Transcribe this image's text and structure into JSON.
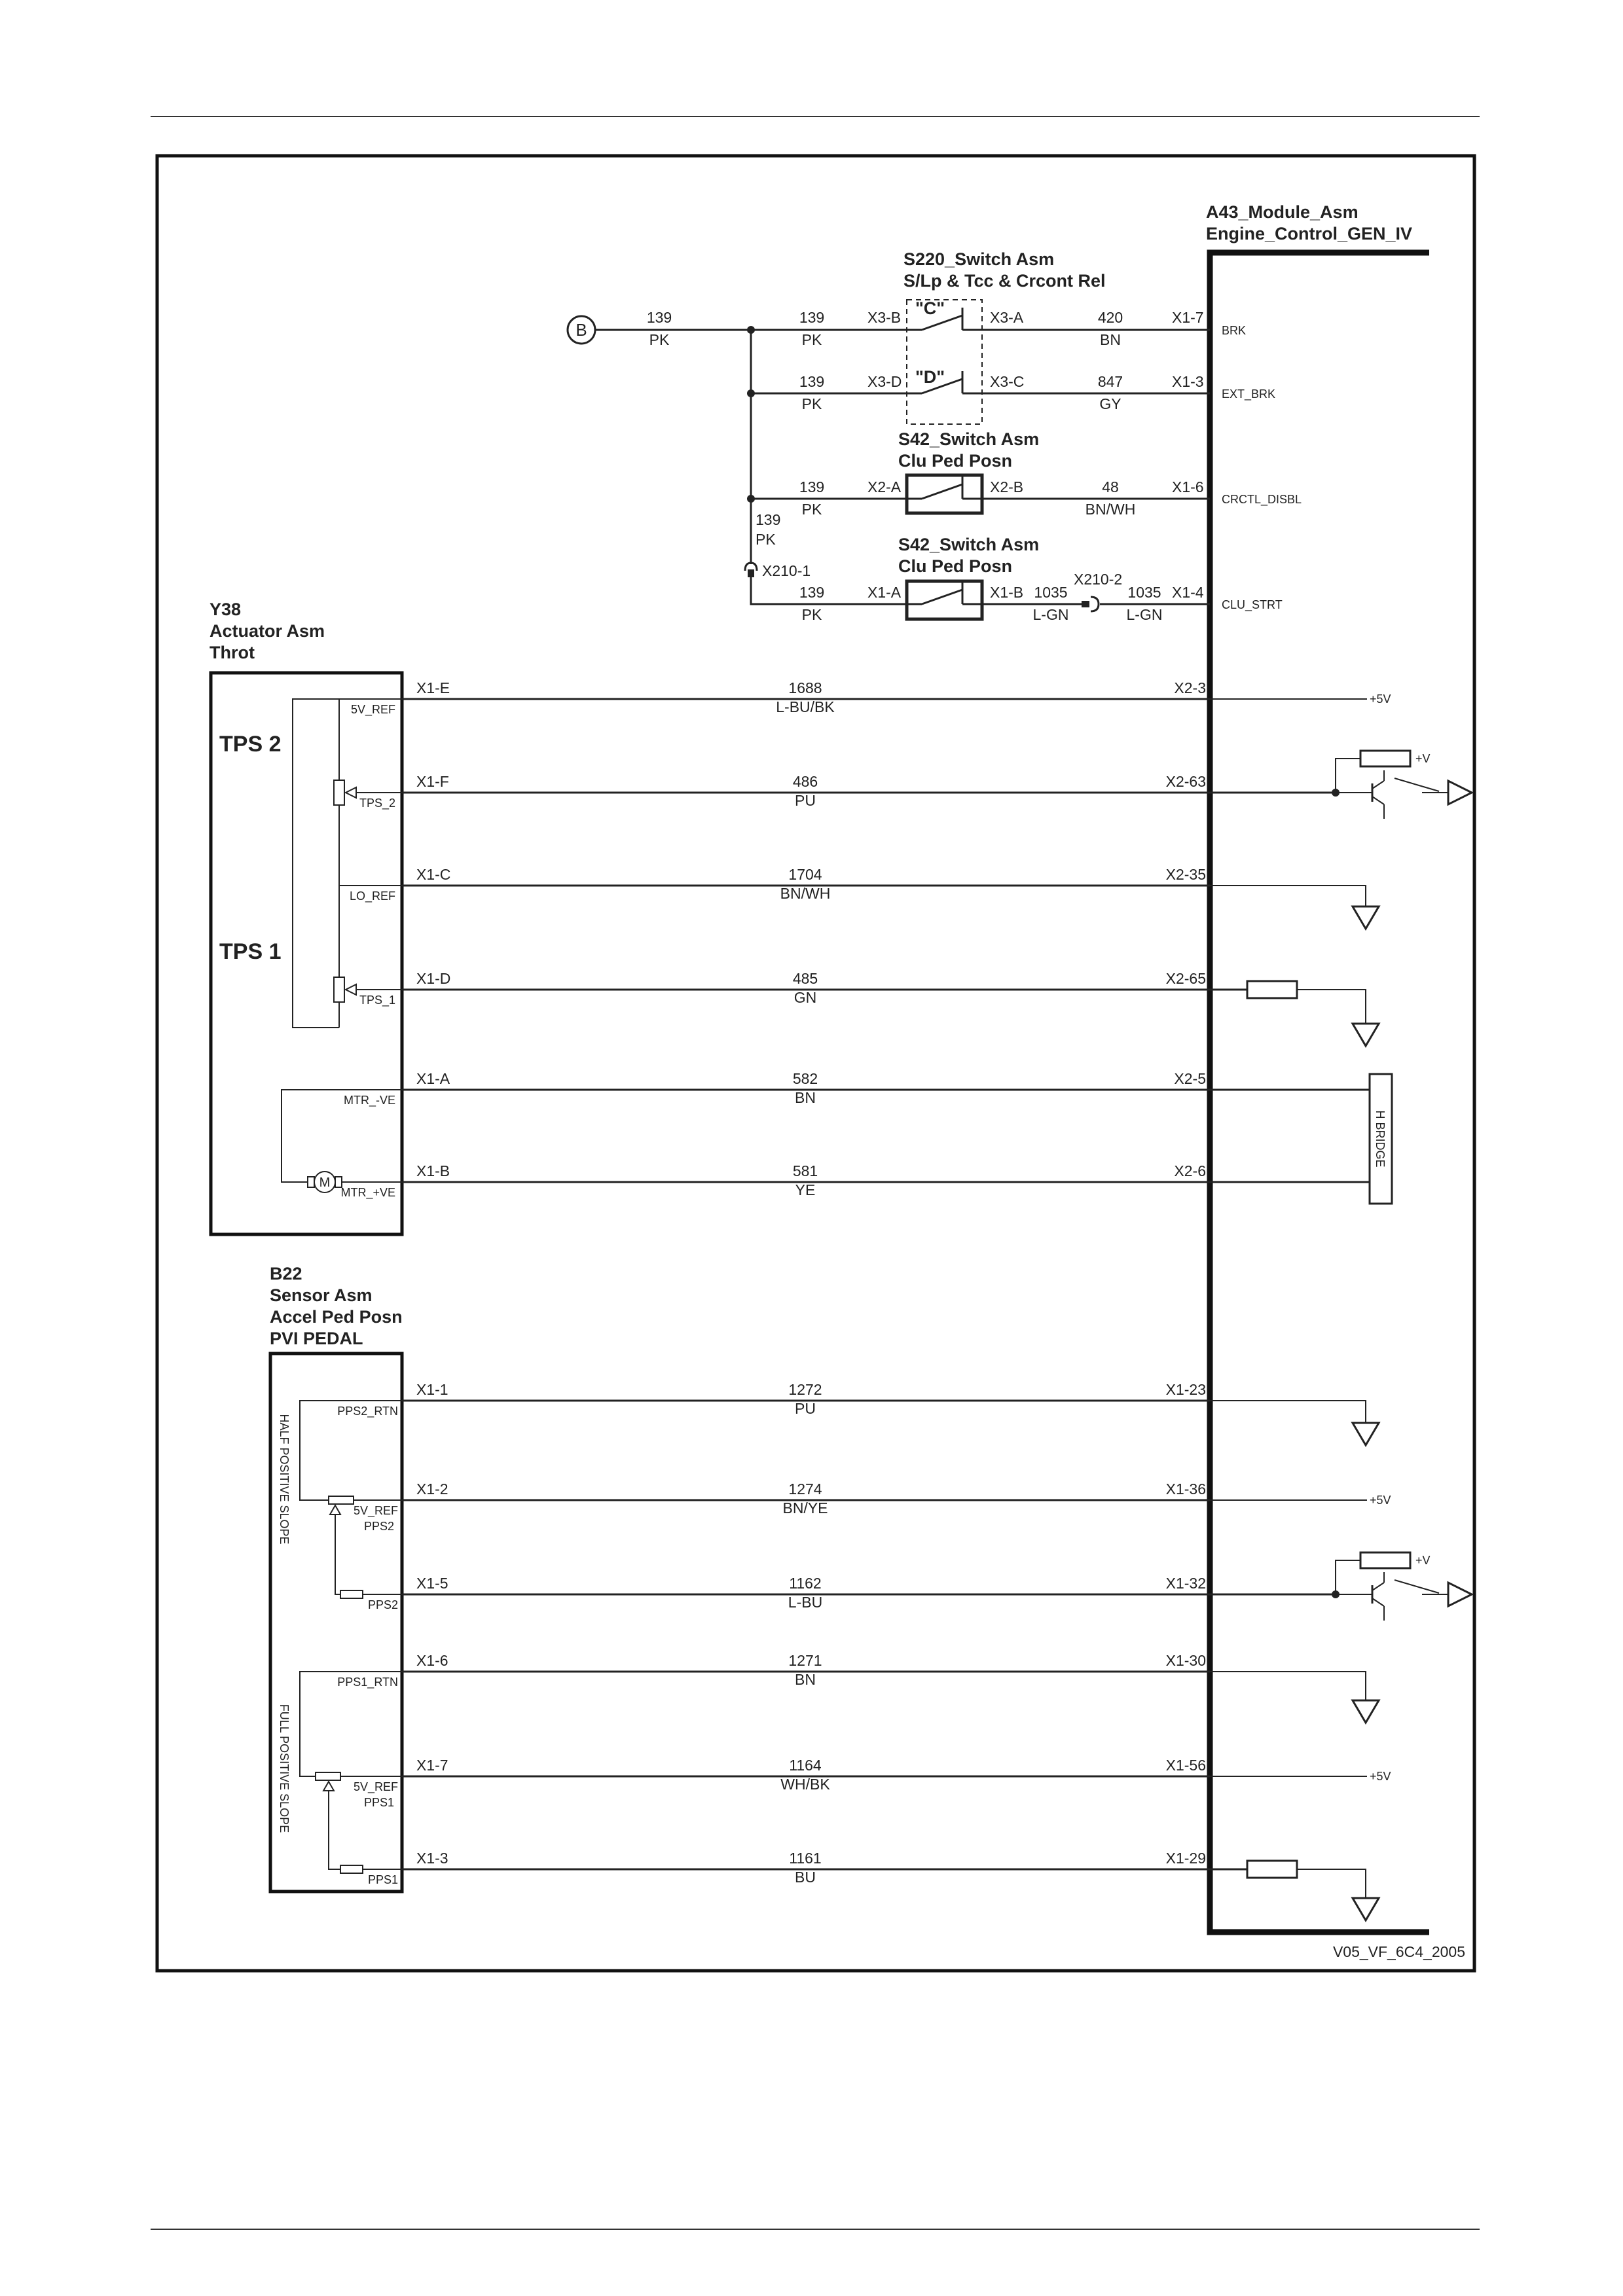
{
  "module": {
    "name_line1": "A43_Module_Asm",
    "name_line2": "Engine_Control_GEN_IV"
  },
  "ref_circle": "B",
  "figure_code": "V05_VF_6C4_2005",
  "switches": {
    "s220": {
      "line1": "S220_Switch Asm",
      "line2": "S/Lp & Tcc & Crcont Rel",
      "contact_c": "\"C\"",
      "contact_d": "\"D\""
    },
    "s42a": {
      "line1": "S42_Switch Asm",
      "line2": "Clu Ped Posn"
    },
    "s42b": {
      "line1": "S42_Switch Asm",
      "line2": "Clu Ped Posn"
    }
  },
  "top_circuits": {
    "brk": {
      "in_num": "139",
      "in_color": "PK",
      "num": "139",
      "color": "PK",
      "pin_in": "X3-B",
      "pin_out": "X3-A",
      "out_num": "420",
      "out_color": "BN",
      "pin": "X1-7",
      "signal": "BRK"
    },
    "ext_brk": {
      "num": "139",
      "color": "PK",
      "pin_in": "X3-D",
      "pin_out": "X3-C",
      "out_num": "847",
      "out_color": "GY",
      "pin": "X1-3",
      "signal": "EXT_BRK"
    },
    "crctl": {
      "num": "139",
      "color": "PK",
      "pin_in": "X2-A",
      "pin_out": "X2-B",
      "out_num": "48",
      "out_color": "BN/WH",
      "pin": "X1-6",
      "signal": "CRCTL_DISBL"
    },
    "clu": {
      "vert_num": "139",
      "vert_color": "PK",
      "splice1": "X210-1",
      "num": "139",
      "color": "PK",
      "pin_in": "X1-A",
      "pin_out": "X1-B",
      "mid_num": "1035",
      "mid_color": "L-GN",
      "splice2": "X210-2",
      "out_num": "1035",
      "out_color": "L-GN",
      "pin": "X1-4",
      "signal": "CLU_STRT"
    }
  },
  "actuator": {
    "line1": "Y38",
    "line2": "Actuator  Asm",
    "line3": "Throt",
    "tps2": "TPS 2",
    "tps1": "TPS 1",
    "motor": "M",
    "wires": [
      {
        "pin": "X1-E",
        "label": "5V_REF",
        "num": "1688",
        "color": "L-BU/BK",
        "ecm_pin": "X2-3",
        "term": "+5V"
      },
      {
        "pin": "X1-F",
        "label": "TPS_2",
        "num": "486",
        "color": "PU",
        "ecm_pin": "X2-63",
        "term": "+V"
      },
      {
        "pin": "X1-C",
        "label": "LO_REF",
        "num": "1704",
        "color": "BN/WH",
        "ecm_pin": "X2-35",
        "term": ""
      },
      {
        "pin": "X1-D",
        "label": "TPS_1",
        "num": "485",
        "color": "GN",
        "ecm_pin": "X2-65",
        "term": ""
      },
      {
        "pin": "X1-A",
        "label": "MTR_-VE",
        "num": "582",
        "color": "BN",
        "ecm_pin": "X2-5",
        "term": ""
      },
      {
        "pin": "X1-B",
        "label": "MTR_+VE",
        "num": "581",
        "color": "YE",
        "ecm_pin": "X2-6",
        "term": ""
      }
    ],
    "hbridge": "H BRIDGE"
  },
  "pedal": {
    "line1": "B22",
    "line2": "Sensor Asm",
    "line3": "Accel Ped Posn",
    "line4": "PVI PEDAL",
    "half_slope": "HALF POSITIVE SLOPE",
    "full_slope": "FULL POSITIVE SLOPE",
    "wires": [
      {
        "pin": "X1-1",
        "label": "PPS2_RTN",
        "label2": "",
        "num": "1272",
        "color": "PU",
        "ecm_pin": "X1-23",
        "term": ""
      },
      {
        "pin": "X1-2",
        "label": "5V_REF",
        "label2": "PPS2",
        "num": "1274",
        "color": "BN/YE",
        "ecm_pin": "X1-36",
        "term": "+5V"
      },
      {
        "pin": "X1-5",
        "label": "PPS2",
        "label2": "",
        "num": "1162",
        "color": "L-BU",
        "ecm_pin": "X1-32",
        "term": "+V"
      },
      {
        "pin": "X1-6",
        "label": "PPS1_RTN",
        "label2": "",
        "num": "1271",
        "color": "BN",
        "ecm_pin": "X1-30",
        "term": ""
      },
      {
        "pin": "X1-7",
        "label": "5V_REF",
        "label2": "PPS1",
        "num": "1164",
        "color": "WH/BK",
        "ecm_pin": "X1-56",
        "term": "+5V"
      },
      {
        "pin": "X1-3",
        "label": "PPS1",
        "label2": "",
        "num": "1161",
        "color": "BU",
        "ecm_pin": "X1-29",
        "term": ""
      }
    ]
  }
}
